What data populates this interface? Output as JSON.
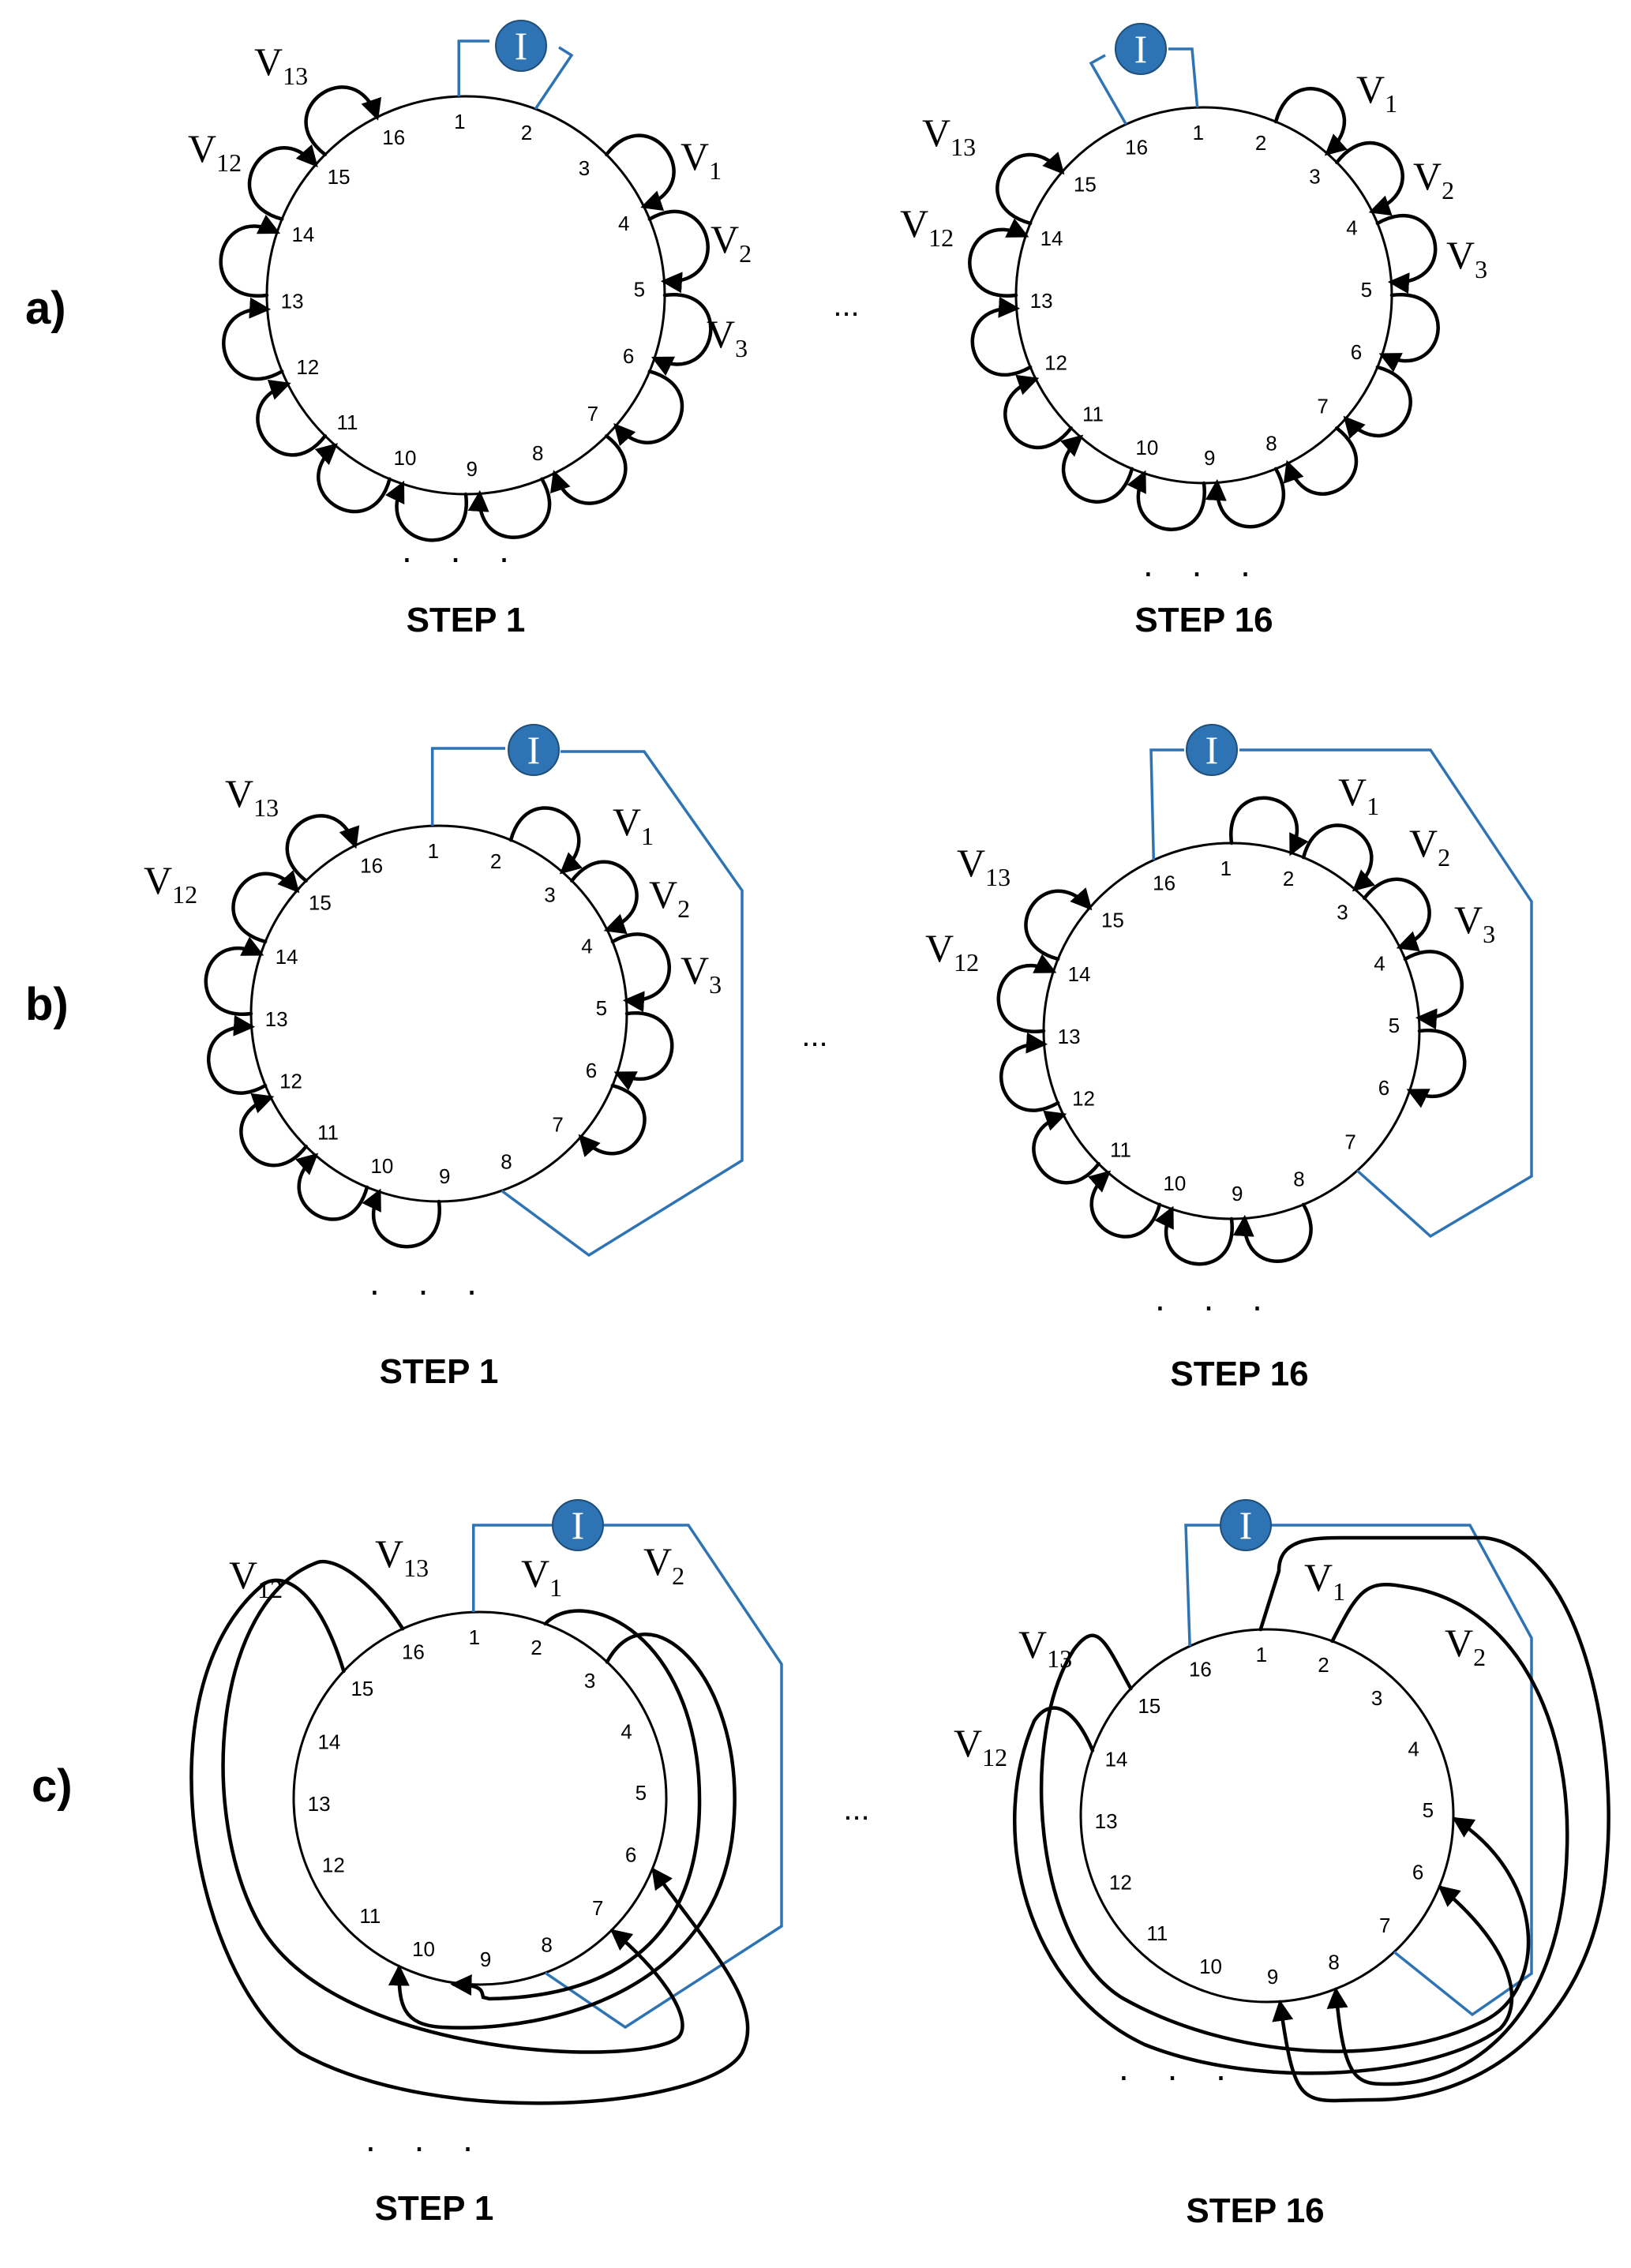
{
  "parts": [
    {
      "label": "a)"
    },
    {
      "label": "b)"
    },
    {
      "label": "c)"
    }
  ],
  "step_labels": {
    "first": "STEP 1",
    "last": "STEP 16"
  },
  "ring_nodes": [
    "1",
    "2",
    "3",
    "4",
    "5",
    "6",
    "7",
    "8",
    "9",
    "10",
    "11",
    "12",
    "13",
    "14",
    "15",
    "16"
  ],
  "source_label": "I",
  "voltage_labels": {
    "base": "V",
    "a_step1": [
      "13",
      "12",
      "1",
      "2",
      "3"
    ],
    "a_step16": [
      "1",
      "13",
      "2",
      "12",
      "3"
    ],
    "b_step1": [
      "13",
      "12",
      "1",
      "2",
      "3"
    ],
    "b_step16": [
      "1",
      "13",
      "2",
      "12",
      "3"
    ],
    "c_step1": [
      "12",
      "13",
      "1",
      "2"
    ],
    "c_step16": [
      "1",
      "2",
      "13",
      "12"
    ]
  },
  "ellipsis_between": "...",
  "ellipsis_below": ". . .",
  "colors": {
    "wire": "#2e74b5",
    "source_fill": "#2e74b5",
    "lines": "#000000"
  }
}
